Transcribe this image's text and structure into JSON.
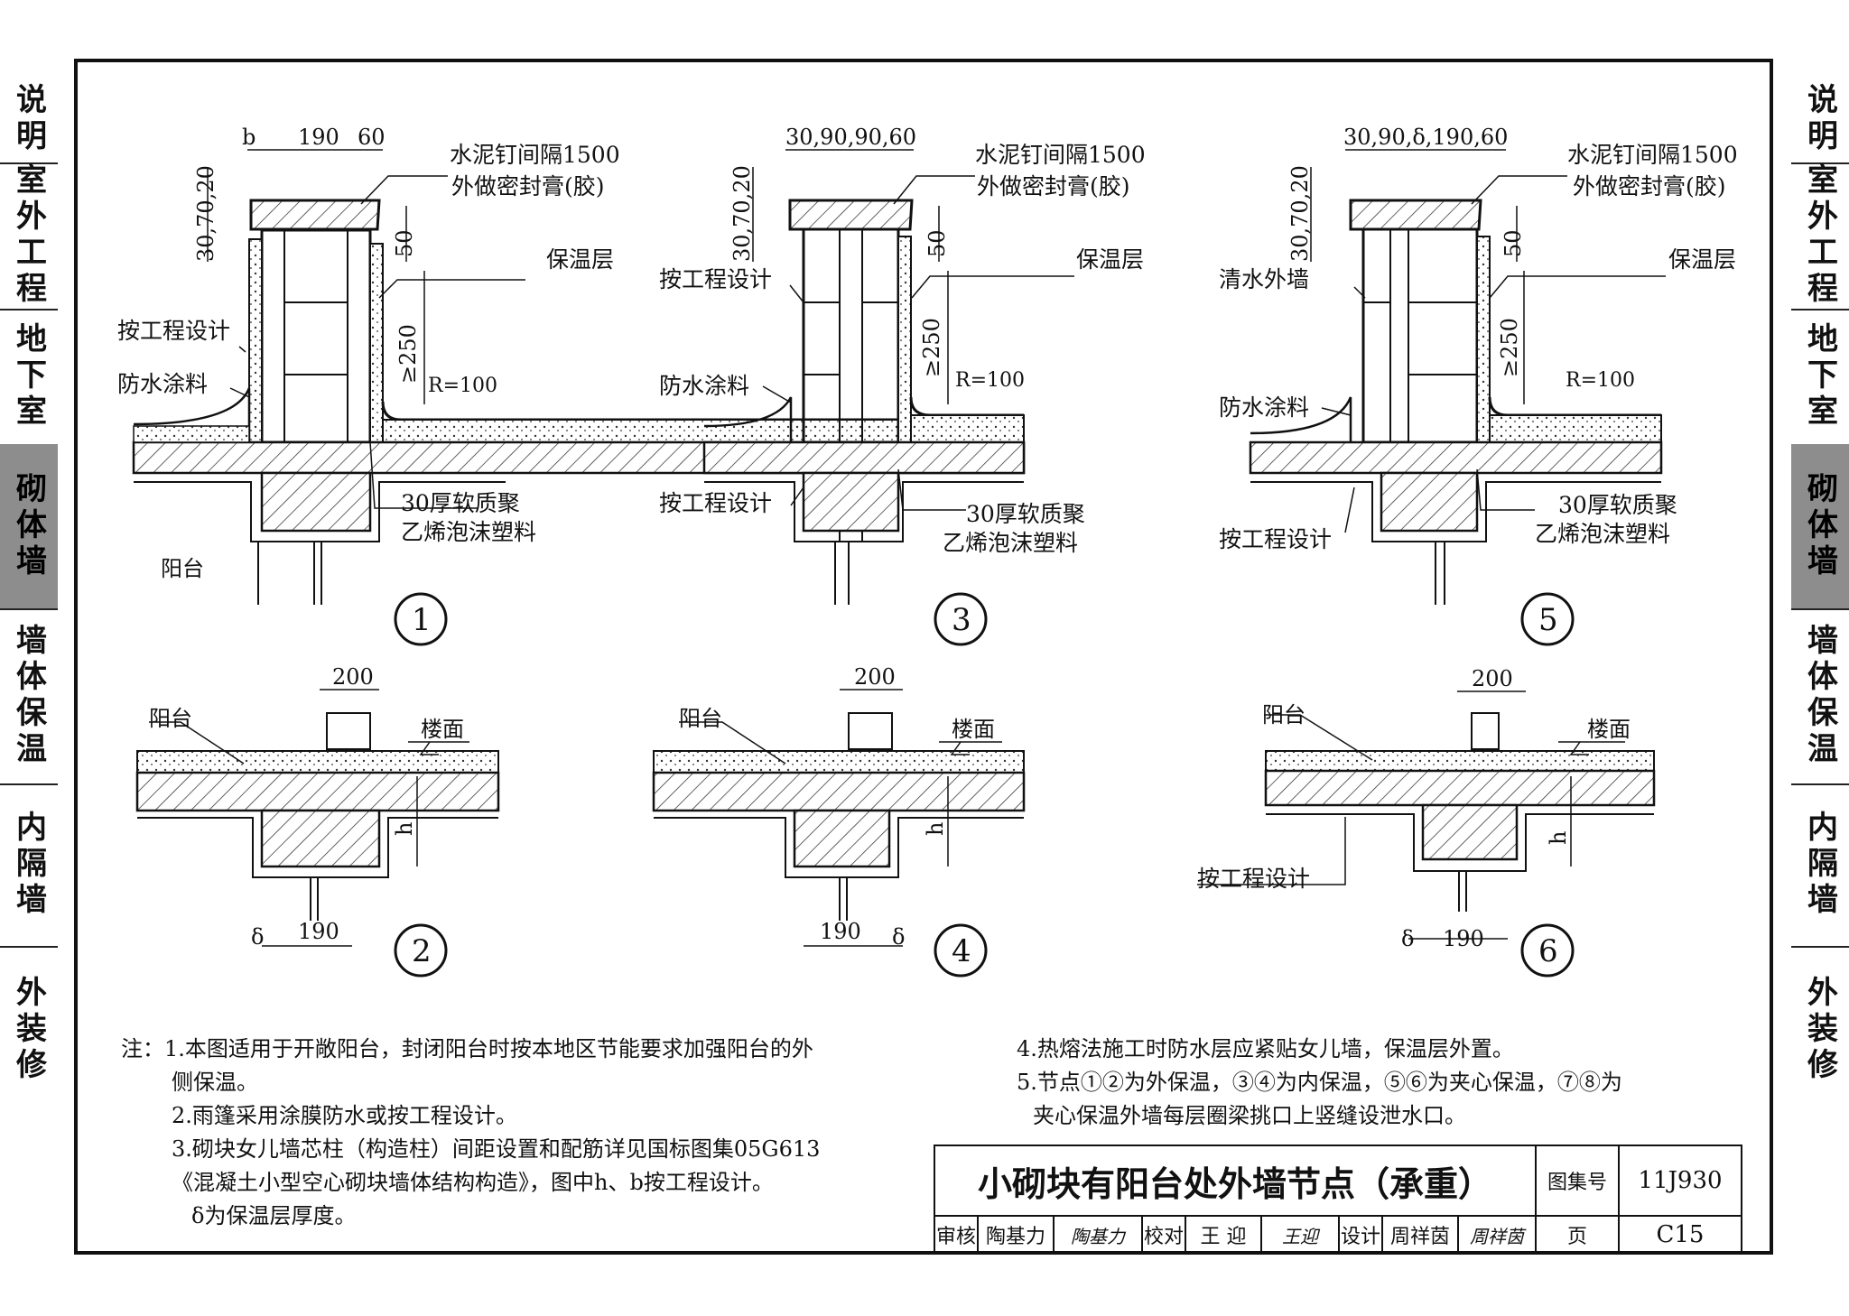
{
  "sidebar": {
    "items": [
      {
        "label": "说明",
        "active": false
      },
      {
        "label": "室外工程",
        "active": false
      },
      {
        "label": "地下室",
        "active": false
      },
      {
        "label": "砌体墙",
        "active": true
      },
      {
        "label": "墙体保温",
        "active": false
      },
      {
        "label": "内隔墙",
        "active": false
      },
      {
        "label": "外装修",
        "active": false
      }
    ]
  },
  "details": {
    "d1": {
      "num": "1",
      "dim_b": "b",
      "dim_190": "190",
      "dim_60": "60",
      "dim_vert": "30,70,20",
      "dim_50": "50",
      "dim_250": "≥250",
      "nail": "水泥钉间隔1500",
      "seal": "外做密封膏(胶)",
      "insul": "保温层",
      "design": "按工程设计",
      "waterproof": "防水涂料",
      "r100": "R=100",
      "foam1": "30厚软质聚",
      "foam2": "乙烯泡沫塑料",
      "balcony": "阳台"
    },
    "d3": {
      "num": "3",
      "dim_top": "30,90,90,60",
      "dim_vert": "30,70,20",
      "dim_50": "50",
      "dim_250": "≥250",
      "nail": "水泥钉间隔1500",
      "seal": "外做密封膏(胶)",
      "insul": "保温层",
      "design": "按工程设计",
      "waterproof": "防水涂料",
      "r100": "R=100",
      "design2": "按工程设计",
      "foam1": "30厚软质聚",
      "foam2": "乙烯泡沫塑料"
    },
    "d5": {
      "num": "5",
      "dim_top": "30,90,δ,190,60",
      "dim_vert": "30,70,20",
      "dim_50": "50",
      "dim_250": "≥250",
      "nail": "水泥钉间隔1500",
      "seal": "外做密封膏(胶)",
      "insul": "保温层",
      "clear": "清水外墙",
      "waterproof": "防水涂料",
      "r100": "R=100",
      "design": "按工程设计",
      "foam1": "30厚软质聚",
      "foam2": "乙烯泡沫塑料"
    },
    "d2": {
      "num": "2",
      "dim_200": "200",
      "balcony": "阳台",
      "floor": "楼面",
      "h": "h",
      "delta": "δ",
      "dim_190": "190"
    },
    "d4": {
      "num": "4",
      "dim_200": "200",
      "balcony": "阳台",
      "floor": "楼面",
      "h": "h",
      "delta": "δ",
      "dim_190": "190"
    },
    "d6": {
      "num": "6",
      "dim_200": "200",
      "balcony": "阳台",
      "floor": "楼面",
      "h": "h",
      "delta": "δ",
      "dim_190": "190",
      "design": "按工程设计"
    }
  },
  "notes": {
    "left": [
      "注：1.本图适用于开敞阳台，封闭阳台时按本地区节能要求加强阳台的外",
      "侧保温。",
      "2.雨篷采用涂膜防水或按工程设计。",
      "3.砌块女儿墙芯柱（构造柱）间距设置和配筋详见国标图集05G613",
      "《混凝土小型空心砌块墙体结构构造》，图中h、b按工程设计。",
      "δ为保温层厚度。"
    ],
    "right": [
      "4.热熔法施工时防水层应紧贴女儿墙，保温层外置。",
      "5.节点①②为外保温，③④为内保温，⑤⑥为夹心保温，⑦⑧为",
      "夹心保温外墙每层圈梁挑口上竖缝设泄水口。"
    ]
  },
  "title_block": {
    "title": "小砌块有阳台处外墙节点（承重）",
    "atlas_label": "图集号",
    "atlas_no": "11J930",
    "review_label": "审核",
    "reviewer": "陶基力",
    "reviewer_sign": "陶基力",
    "check_label": "校对",
    "checker": "王 迎",
    "checker_sign": "王迎",
    "design_label": "设计",
    "designer": "周祥茵",
    "designer_sign": "周祥茵",
    "page_label": "页",
    "page_no": "C15"
  }
}
